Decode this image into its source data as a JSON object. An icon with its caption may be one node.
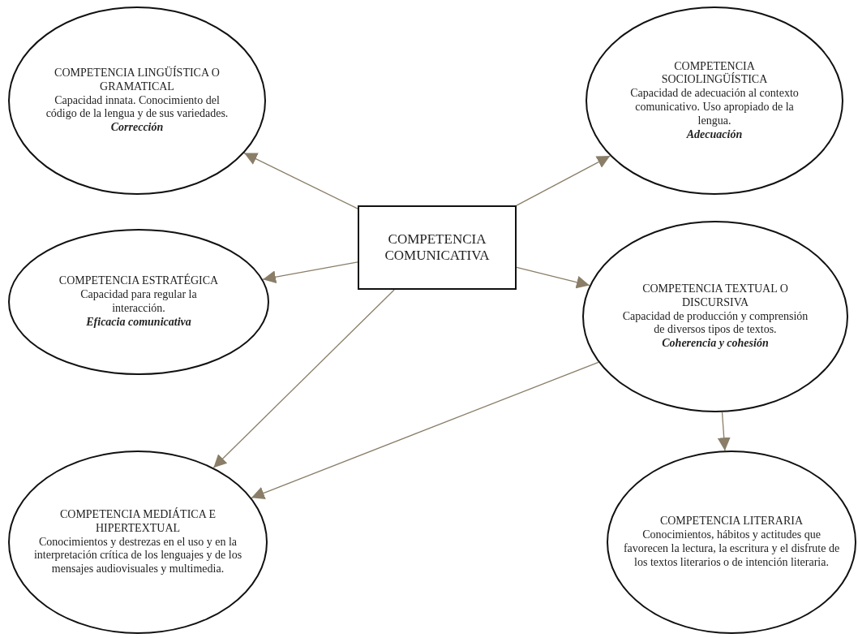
{
  "diagram": {
    "nodes": [
      {
        "text": [
          "COMPETENCIA COMUNICATIVA"
        ]
      },
      {
        "text": [
          "COMPETENCIA LINGÜÍSTICA O GRAMATICAL",
          "Capacidad innata. Conocimiento del código de la lengua y de sus variedades.",
          "Corrección"
        ]
      },
      {
        "text": [
          "COMPETENCIA SOCIOLINGÜÍSTICA",
          "Capacidad de adecuación al contexto comunicativo. Uso apropiado de la lengua.",
          "Adecuación"
        ]
      },
      {
        "text": [
          "COMPETENCIA ESTRATÉGICA",
          "Capacidad para regular la interacción.",
          "Eficacia comunicativa"
        ]
      },
      {
        "text": [
          "COMPETENCIA TEXTUAL O DISCURSIVA",
          "Capacidad de producción y comprensión de diversos tipos de textos.",
          "Coherencia y cohesión"
        ]
      },
      {
        "text": [
          "COMPETENCIA MEDIÁTICA E HIPERTEXTUAL",
          "Conocimientos y destrezas en el uso y en la interpretación crítica de los lenguajes y de los mensajes audiovisuales y multimedia."
        ]
      },
      {
        "text": [
          "COMPETENCIA LITERARIA",
          "Conocimientos, hábitos y actitudes que favorecen la lectura, la escritura y el disfrute de los textos literarios o de intención literaria."
        ]
      }
    ],
    "edges": [
      {
        "from": 0,
        "to": 1,
        "arrow": "to"
      },
      {
        "from": 0,
        "to": 2,
        "arrow": "to"
      },
      {
        "from": 0,
        "to": 3,
        "arrow": "to"
      },
      {
        "from": 0,
        "to": 4,
        "arrow": "to"
      },
      {
        "from": 0,
        "to": 5,
        "arrow": "to"
      },
      {
        "from": 4,
        "to": 5,
        "arrow": "to"
      },
      {
        "from": 4,
        "to": 6,
        "arrow": "to"
      }
    ]
  }
}
